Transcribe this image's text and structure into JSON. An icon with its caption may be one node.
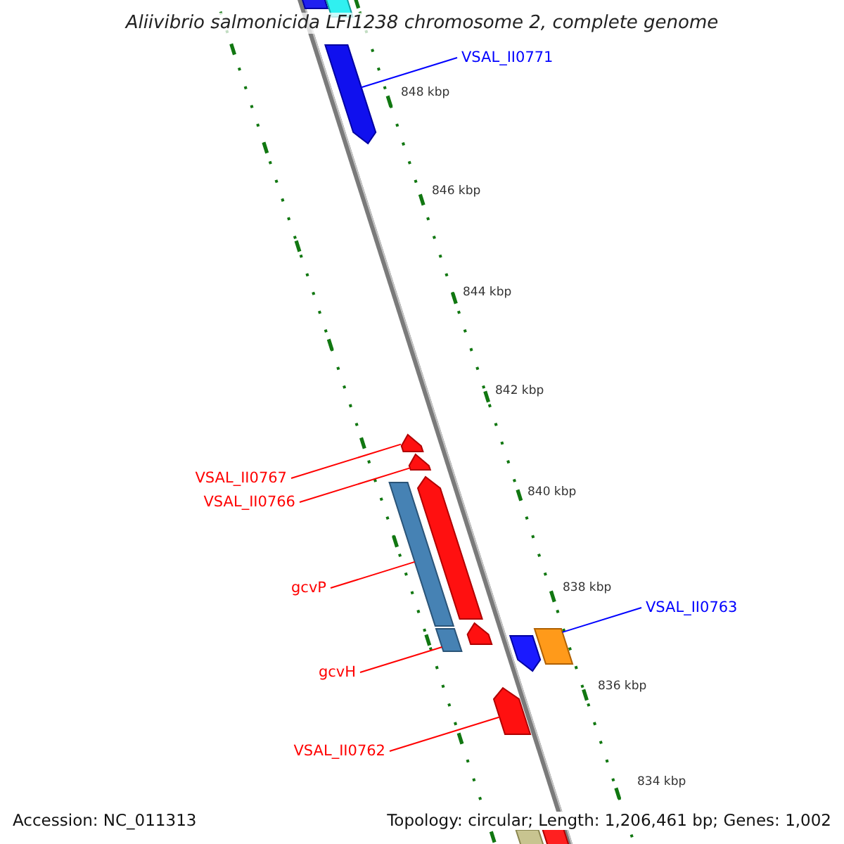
{
  "diagram": {
    "title": "Aliivibrio salmonicida LFI1238 chromosome 2, complete genome",
    "nodes": [
      {
        "text": [],
        "shape": "box"
      },
      {
        "text": [],
        "shape": "box"
      },
      {
        "text": [],
        "shape": "arrow"
      },
      {
        "text": [
          "VSAL_II0771"
        ]
      },
      {
        "text": [],
        "shape": "arrow"
      },
      {
        "text": [],
        "shape": "arrow"
      },
      {
        "text": [
          "VSAL_II0767"
        ]
      },
      {
        "text": [
          "VSAL_II0766"
        ]
      },
      {
        "text": [],
        "shape": "box"
      },
      {
        "text": [],
        "shape": "arrow"
      },
      {
        "text": [
          "gcvP"
        ]
      },
      {
        "text": [],
        "shape": "box"
      },
      {
        "text": [],
        "shape": "arrow"
      },
      {
        "text": [],
        "shape": "arrow"
      },
      {
        "text": [],
        "shape": "box"
      },
      {
        "text": [
          "VSAL_II0763"
        ]
      },
      {
        "text": [
          "gcvH"
        ]
      },
      {
        "text": [],
        "shape": "arrow"
      },
      {
        "text": [
          "VSAL_II0762"
        ]
      },
      {
        "text": [],
        "shape": "box"
      },
      {
        "text": [],
        "shape": "box"
      }
    ],
    "edges": [
      {
        "from": 3,
        "to": 2,
        "arrow": "none",
        "color": "#0000ff"
      },
      {
        "from": 6,
        "to": 4,
        "arrow": "none"
      },
      {
        "from": 7,
        "to": 5,
        "arrow": "none"
      },
      {
        "from": 10,
        "to": 8,
        "arrow": "none"
      },
      {
        "from": 15,
        "to": 14,
        "arrow": "none",
        "color": "#0000ff"
      },
      {
        "from": 16,
        "to": 11,
        "arrow": "none"
      },
      {
        "from": 18,
        "to": 17,
        "arrow": "none"
      }
    ],
    "labels": [
      "848 kbp",
      "846 kbp",
      "844 kbp",
      "842 kbp",
      "840 kbp",
      "838 kbp",
      "836 kbp",
      "834 kbp",
      "Accession: NC_011313",
      "Topology: circular; Length: 1,206,461 bp; Genes: 1,002"
    ]
  }
}
